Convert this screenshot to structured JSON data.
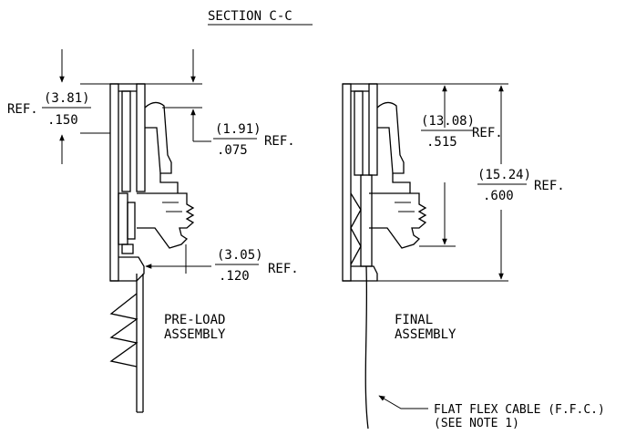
{
  "title": "SECTION C-C",
  "labels": {
    "preload_line1": "PRE-LOAD",
    "preload_line2": "ASSEMBLY",
    "final_line1": "FINAL",
    "final_line2": "ASSEMBLY",
    "cable_line1": "FLAT FLEX CABLE (F.F.C.)",
    "cable_line2": "(SEE NOTE 1)"
  },
  "dimensions": {
    "d1": {
      "prefix": "REF.",
      "mm": "(3.81)",
      "inch": ".150"
    },
    "d2": {
      "mm": "(1.91)",
      "inch": ".075",
      "suffix": "REF."
    },
    "d3": {
      "mm": "(3.05)",
      "inch": ".120",
      "suffix": "REF."
    },
    "d4": {
      "mm": "(13.08)",
      "inch": ".515",
      "suffix": "REF."
    },
    "d5": {
      "mm": "(15.24)",
      "inch": ".600",
      "suffix": "REF."
    }
  }
}
